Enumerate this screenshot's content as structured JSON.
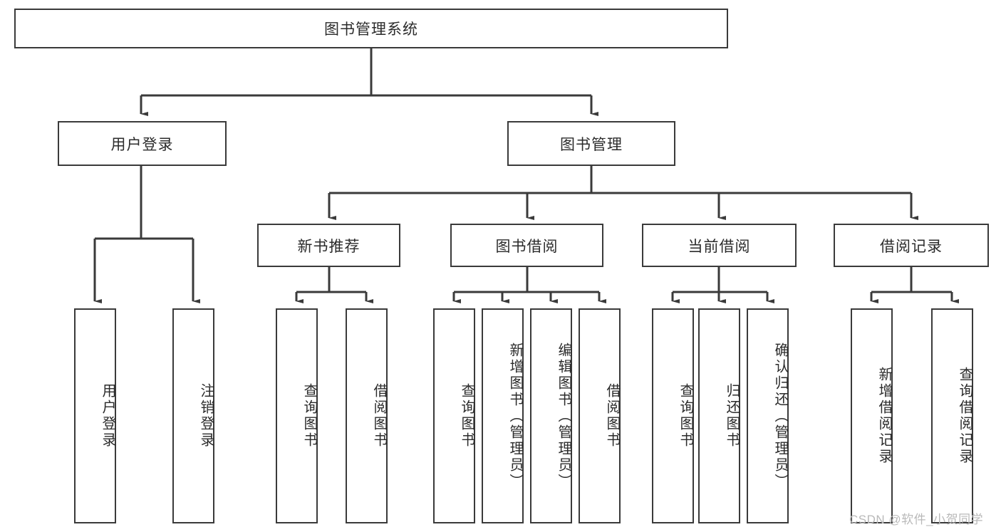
{
  "diagram": {
    "title": "图书管理系统",
    "type": "tree",
    "root": {
      "id": "root",
      "label": "图书管理系统",
      "orientation": "horizontal"
    },
    "level2": [
      {
        "id": "user-login",
        "label": "用户登录",
        "orientation": "horizontal"
      },
      {
        "id": "book-manage",
        "label": "图书管理",
        "orientation": "horizontal"
      }
    ],
    "level3": [
      {
        "id": "new-book-recommend",
        "label": "新书推荐",
        "orientation": "horizontal"
      },
      {
        "id": "book-borrow",
        "label": "图书借阅",
        "orientation": "horizontal"
      },
      {
        "id": "current-borrow",
        "label": "当前借阅",
        "orientation": "horizontal"
      },
      {
        "id": "borrow-record",
        "label": "借阅记录",
        "orientation": "horizontal"
      }
    ],
    "leaves": {
      "user-login": [
        {
          "id": "leaf-user-login",
          "label": "用户登录"
        },
        {
          "id": "leaf-user-logout",
          "label": "注销登录"
        }
      ],
      "new-book-recommend": [
        {
          "id": "leaf-query-book-1",
          "label": "查询图书"
        },
        {
          "id": "leaf-borrow-book-1",
          "label": "借阅图书"
        }
      ],
      "book-borrow": [
        {
          "id": "leaf-query-book-2",
          "label": "查询图书"
        },
        {
          "id": "leaf-add-book",
          "label": "新增图书（管理员）"
        },
        {
          "id": "leaf-edit-book",
          "label": "编辑图书（管理员）"
        },
        {
          "id": "leaf-borrow-book-2",
          "label": "借阅图书"
        }
      ],
      "current-borrow": [
        {
          "id": "leaf-query-book-3",
          "label": "查询图书"
        },
        {
          "id": "leaf-return-book",
          "label": "归还图书"
        },
        {
          "id": "leaf-confirm-return",
          "label": "确认归还（管理员）"
        }
      ],
      "borrow-record": [
        {
          "id": "leaf-add-record",
          "label": "新增借阅记录"
        },
        {
          "id": "leaf-query-record",
          "label": "查询借阅记录"
        }
      ]
    },
    "colors": {
      "stroke": "#3a3a3a",
      "background": "#ffffff",
      "text": "#2b2b2b",
      "watermark": "#b9b9b9"
    }
  },
  "watermark": {
    "text": "CSDN @软件_小贺同学"
  }
}
